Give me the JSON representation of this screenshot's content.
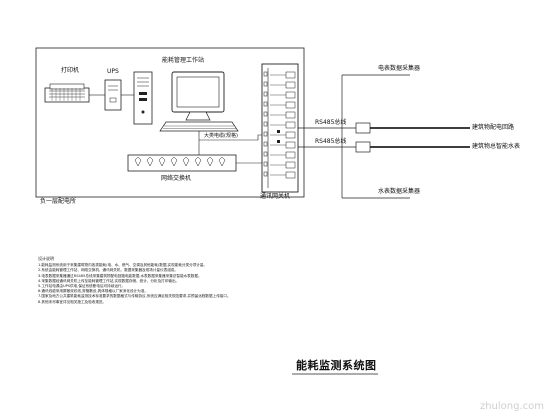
{
  "diagram": {
    "title": "能耗监测系统图",
    "labels": {
      "printer": "打印机",
      "ups": "UPS",
      "workstation": "能耗管理工作站",
      "switch": "网络交换机",
      "room": "负一层配电所",
      "gateway": "通讯网关机",
      "rs485_top": "RS485总线",
      "rs485_bottom": "RS485总线",
      "meter_collector": "电表数据采集器",
      "water_collector": "水表数据采集器",
      "distribution_loop": "建筑物配电回路",
      "water_meter": "建筑物总智能水表",
      "cable_note": "大类电缆(规格)"
    },
    "notes": {
      "heading": "设计说明",
      "lines": [
        "1.能耗监测系统用于采集建筑物内各类能耗(电、水、燃气、空调及其他能耗)数据,实现能耗分类分项计量。",
        "2.系统由能耗管理工作站、网络交换机、通讯网关机、数据采集器及现场计量仪表组成。",
        "3.电表数据采集器通过RS485总线采集建筑物配电回路电能数据,水表数据采集器采集总智能水表数据。",
        "4.采集数据经通讯网关机上传至能耗管理工作站,实现数据存储、统计、分析及打印输出。",
        "5.工作站电源由UPS供电,保证系统断电后可持续运行。",
        "6.通讯线缆采用屏蔽双绞线,穿管敷设,具体规格以厂家深化设计为准。",
        "7.国家及地方公共建筑能耗监测技术标准要求的数据格式与传输协议,系统应满足相关规范要求,并预留远程数据上传接口。",
        "8.其他未尽事宜详见相关施工及验收规范。"
      ]
    },
    "watermark": "zhulong.com"
  }
}
